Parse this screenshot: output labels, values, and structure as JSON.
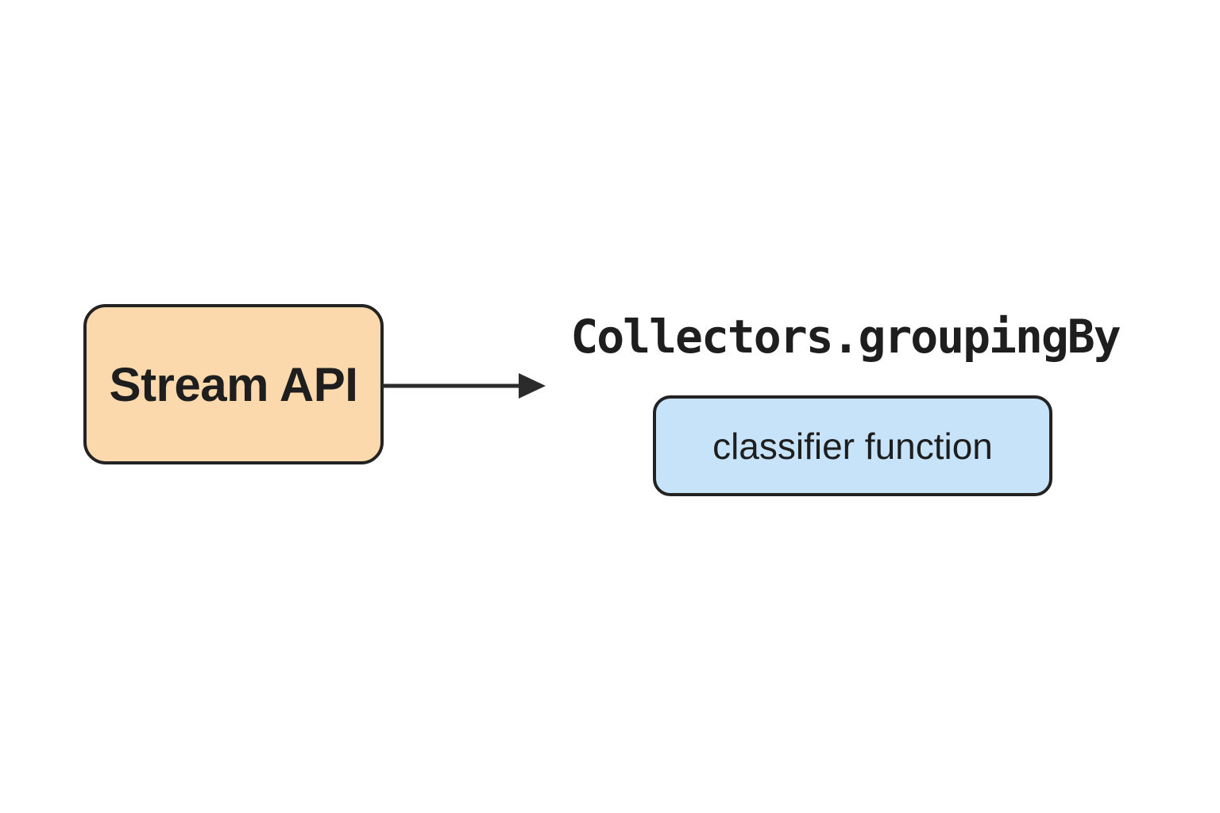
{
  "canvas": {
    "background": "#ffffff"
  },
  "diagram": {
    "nodes": {
      "stream_api": {
        "label": "Stream API",
        "fill": "#FBD9AD",
        "border": "#232323",
        "text_color": "#1e1e1e"
      },
      "classifier": {
        "label": "classifier function",
        "fill": "#C6E3FA",
        "border": "#232323",
        "text_color": "#1e1e1e"
      }
    },
    "labels": {
      "collectors_grouping_by": {
        "text": "Collectors.groupingBy",
        "color": "#1e1e1e"
      }
    },
    "connector": {
      "direction": "right",
      "color": "#2b2b2b"
    }
  }
}
